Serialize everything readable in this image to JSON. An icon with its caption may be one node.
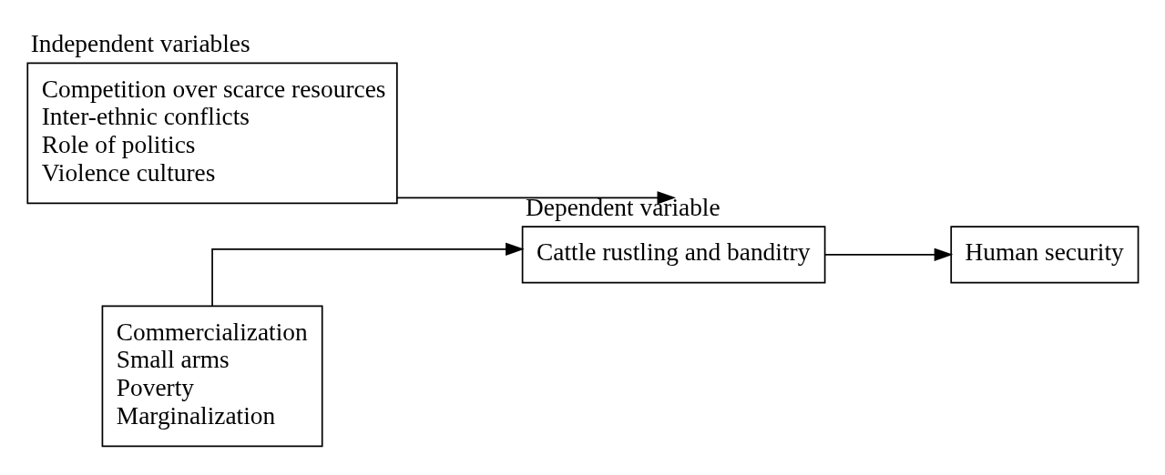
{
  "diagram": {
    "nodes": [
      {
        "text": [
          "Independent variables",
          "Competition over scarce resources",
          "Inter-ethnic conflicts",
          "Role of politics",
          "Violence cultures"
        ]
      },
      {
        "text": [
          "Dependent variable",
          "Cattle rustling and banditry"
        ]
      },
      {
        "text": [
          "Human security"
        ]
      },
      {
        "text": [
          "Commercialization",
          "Small arms",
          "Poverty",
          "Marginalization"
        ]
      }
    ],
    "edges": [
      {
        "from": 0,
        "to": 1,
        "arrow": "to"
      },
      {
        "from": 1,
        "to": 2,
        "arrow": "to"
      },
      {
        "from": 3,
        "to": 1,
        "arrow": "to"
      }
    ]
  }
}
